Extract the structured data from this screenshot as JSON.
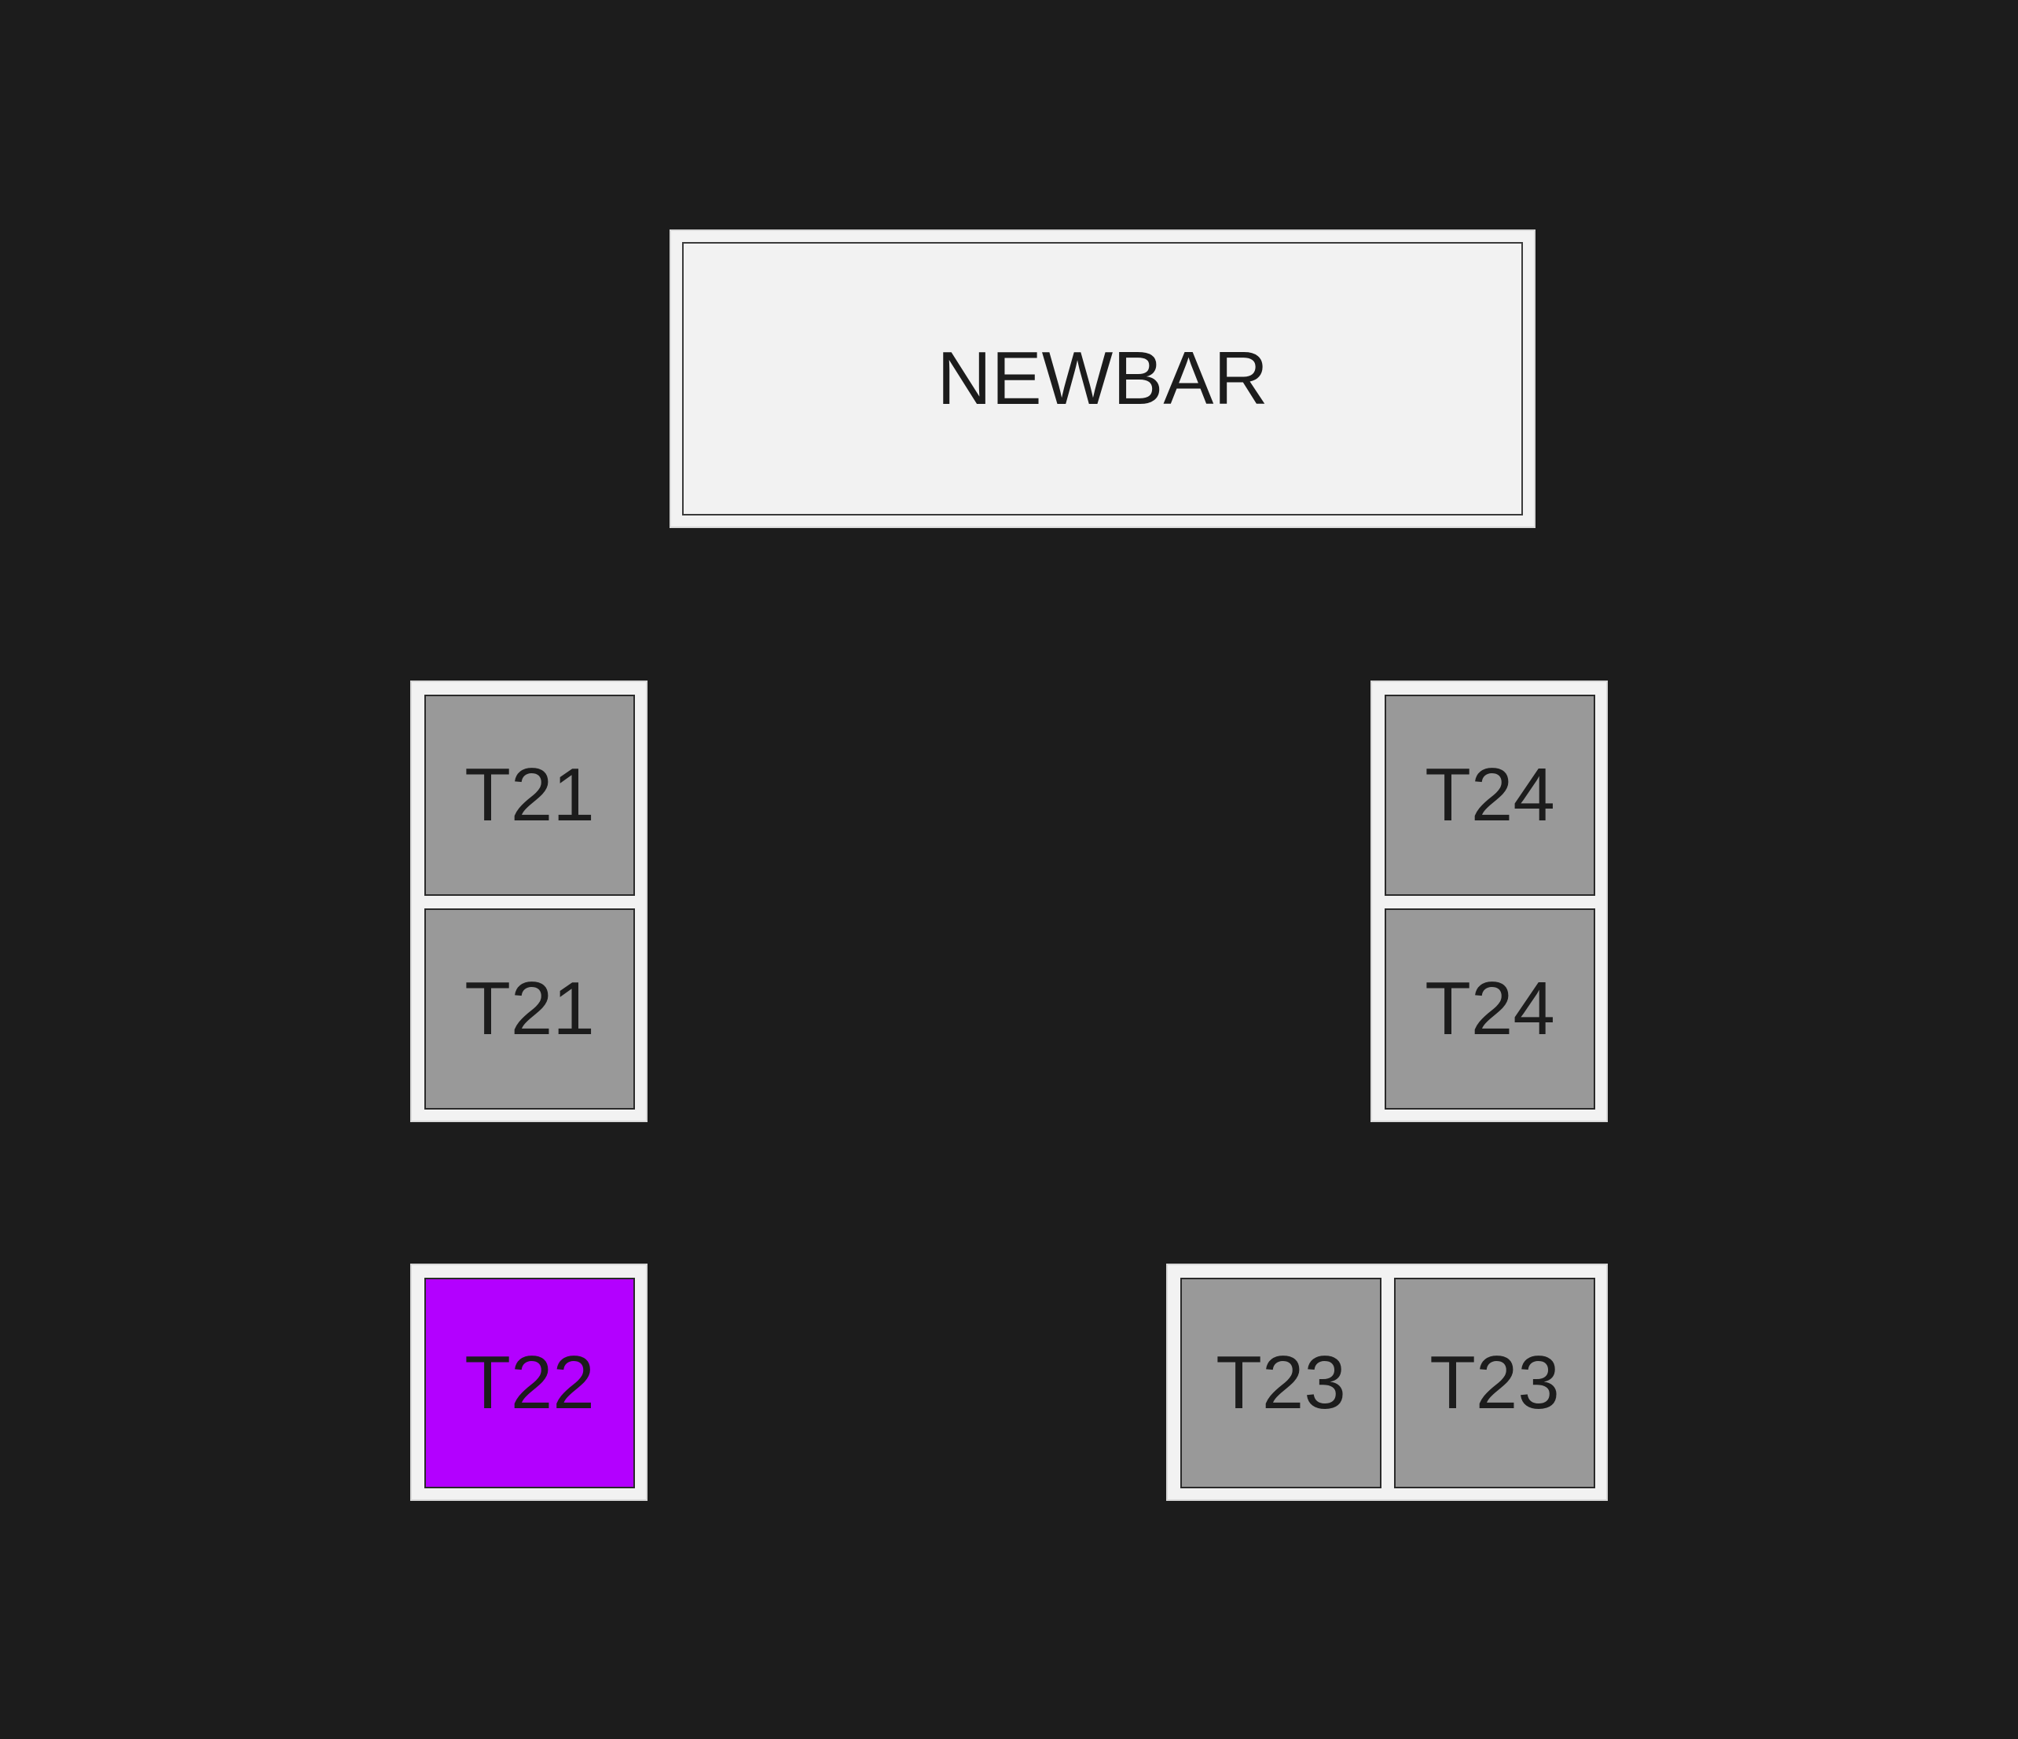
{
  "colors": {
    "background": "#1c1c1c",
    "frame": "#f2f2f2",
    "table_default": "#999999",
    "table_selected": "#b300ff",
    "bar": "#f2f2f2",
    "label": "#1c1c1c"
  },
  "bar": {
    "label": "NEWBAR"
  },
  "tables": {
    "t21": {
      "label": "T21",
      "seats": [
        "T21",
        "T21"
      ],
      "status": "default"
    },
    "t24": {
      "label": "T24",
      "seats": [
        "T24",
        "T24"
      ],
      "status": "default"
    },
    "t22": {
      "label": "T22",
      "seats": [
        "T22"
      ],
      "status": "selected"
    },
    "t23": {
      "label": "T23",
      "seats": [
        "T23",
        "T23"
      ],
      "status": "default"
    }
  }
}
